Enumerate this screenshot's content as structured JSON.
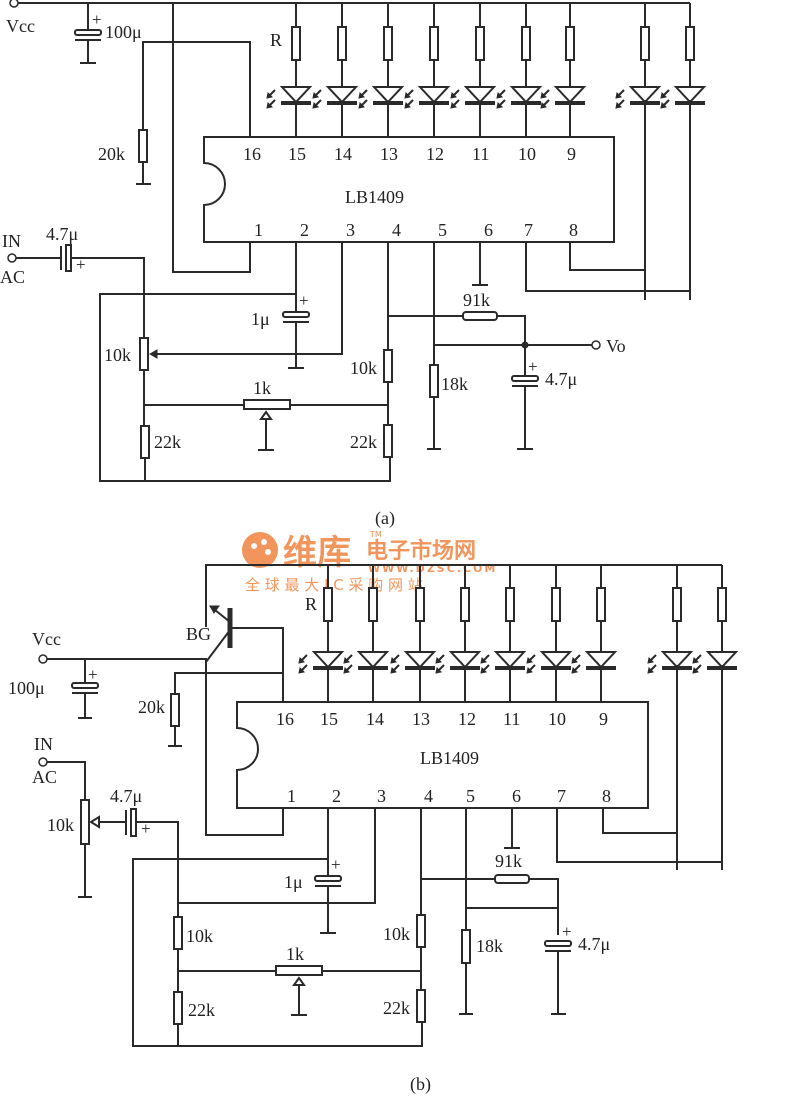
{
  "diagram_a": {
    "caption": "(a)",
    "ic_label": "LB1409",
    "top_pins": [
      "16",
      "15",
      "14",
      "13",
      "12",
      "11",
      "10",
      "9"
    ],
    "bottom_pins": [
      "1",
      "2",
      "3",
      "4",
      "5",
      "6",
      "7",
      "8"
    ],
    "labels": {
      "vcc": "Vcc",
      "c_supply": "100μ",
      "r_led": "R",
      "r_20k": "20k",
      "in": "IN",
      "ac": "AC",
      "c_in": "4.7μ",
      "c_1u": "1μ",
      "pot_10k": "10k",
      "pot_1k": "1k",
      "r_22k_left": "22k",
      "r_10k_right": "10k",
      "r_22k_right": "22k",
      "r_91k": "91k",
      "r_18k": "18k",
      "c_out": "4.7μ",
      "vo": "Vo"
    }
  },
  "diagram_b": {
    "caption": "(b)",
    "ic_label": "LB1409",
    "top_pins": [
      "16",
      "15",
      "14",
      "13",
      "12",
      "11",
      "10",
      "9"
    ],
    "bottom_pins": [
      "1",
      "2",
      "3",
      "4",
      "5",
      "6",
      "7",
      "8"
    ],
    "labels": {
      "vcc": "Vcc",
      "c_supply": "100μ",
      "transistor": "BG",
      "r_led": "R",
      "r_20k": "20k",
      "in": "IN",
      "ac": "AC",
      "pot_in": "10k",
      "c_in": "4.7μ",
      "c_1u": "1μ",
      "r_10k_left": "10k",
      "pot_1k": "1k",
      "r_22k_left": "22k",
      "r_10k_right": "10k",
      "r_22k_right": "22k",
      "r_91k": "91k",
      "r_18k": "18k",
      "c_out": "4.7μ"
    }
  },
  "watermark": {
    "brand": "维库",
    "name": "电子市场网",
    "tm": "TM",
    "url": "WWW.DZSC.COM",
    "slogan": "全 球 最 大 I C 采 购 网 站",
    "color": "#f08a4b"
  }
}
